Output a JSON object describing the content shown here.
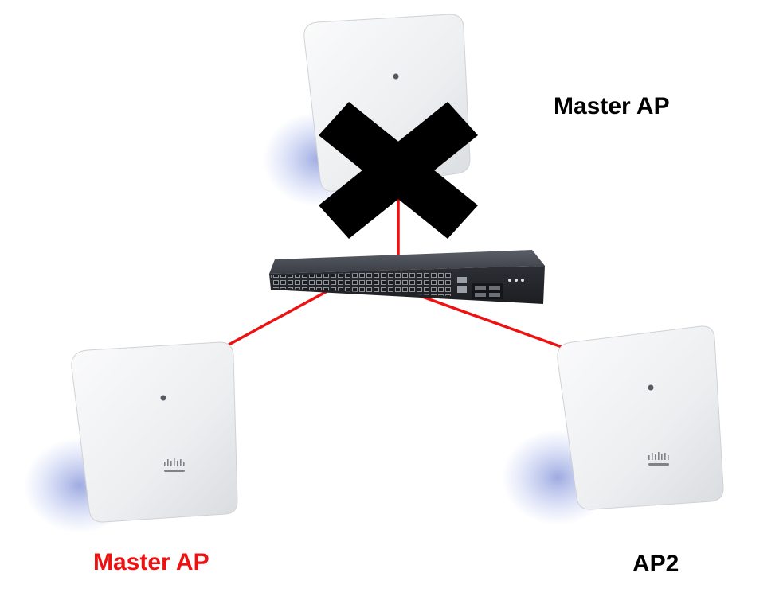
{
  "nodes": {
    "top_ap": {
      "label": "Master AP",
      "status": "failed",
      "label_color": "#000000"
    },
    "left_ap": {
      "label": "Master AP",
      "status": "active",
      "label_color": "#ee1111"
    },
    "right_ap": {
      "label": "AP2",
      "status": "active",
      "label_color": "#000000"
    },
    "switch": {
      "status": "active"
    }
  },
  "links": [
    {
      "from": "switch",
      "to": "top_ap"
    },
    {
      "from": "switch",
      "to": "left_ap"
    },
    {
      "from": "switch",
      "to": "right_ap"
    }
  ],
  "colors": {
    "link": "#ee1111",
    "failure_mark": "#000000",
    "ap_body": "#eef0f2",
    "ap_shadow": "#8a9ad8",
    "switch_body": "#3a3d44"
  }
}
